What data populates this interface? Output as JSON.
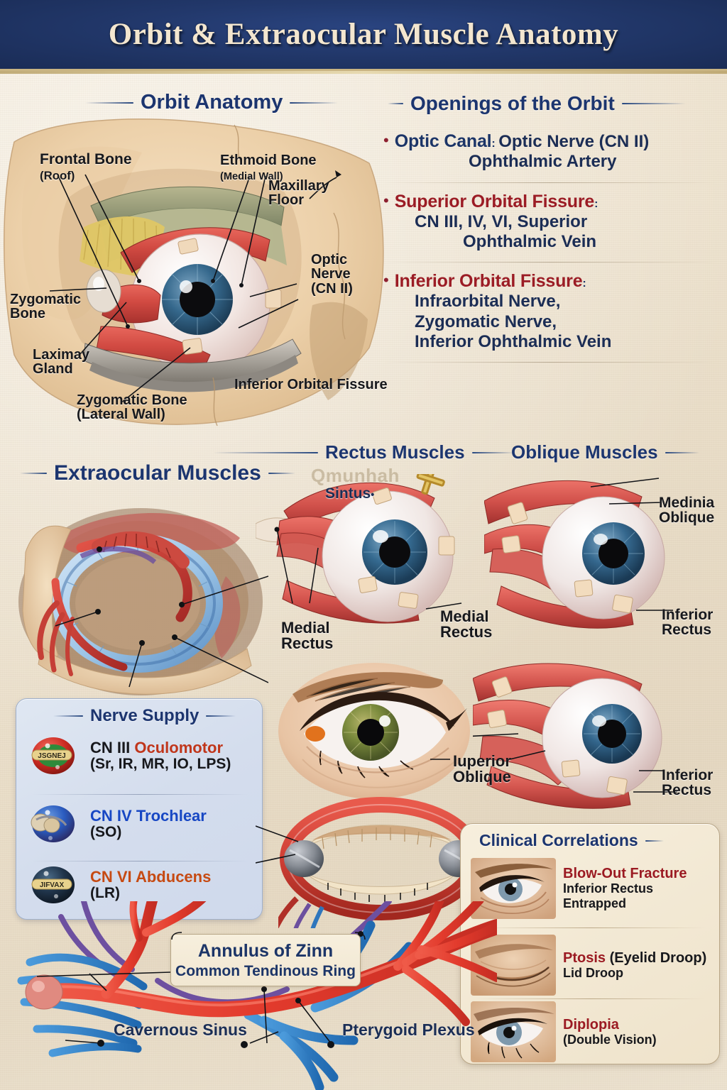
{
  "header": {
    "title": "Orbit & Extraocular Muscle Anatomy"
  },
  "colors": {
    "header_bg": "#22386b",
    "header_text": "#f3e6cf",
    "gold_rule": "#c9b482",
    "paper": "#ece1cd",
    "navy": "#1c3568",
    "red": "#9b1c25",
    "label_black": "#17181c"
  },
  "sections": {
    "orbit_anatomy": {
      "heading": "Orbit Anatomy"
    },
    "openings": {
      "heading": "Openings of the Orbit"
    },
    "extraocular": {
      "heading": "Extraocular Muscles"
    },
    "rectus": {
      "heading": "Rectus Muscles"
    },
    "oblique": {
      "heading": "Oblique Muscles"
    },
    "nerve_supply": {
      "heading": "Nerve Supply"
    },
    "clinical": {
      "heading": "Clinical Correlations"
    }
  },
  "orbit_labels": {
    "frontal_bone": "Frontal Bone",
    "frontal_bone_sub": "(Roof)",
    "ethmoid_bone": "Ethmoid Bone",
    "ethmoid_bone_sub": "(Medial Wall)",
    "maxillary_floor": "Maxillary\nFloor",
    "optic_nerve": "Optic\nNerve\n(CN II)",
    "zygomatic_bone": "Zygomatic\nBone",
    "lacrimal_gland": "Laximay\nGland",
    "zygomatic_lateral": "Zygomatic Bone\n(Lateral Wall)",
    "inferior_orbital_fissure": "Inferior Orbital Fissure"
  },
  "openings_items": [
    {
      "term": "Optic Canal",
      "term_color": "navy",
      "lines": [
        "Optic Nerve (CN II)",
        "Ophthalmic Artery"
      ],
      "indents": [
        0,
        1
      ]
    },
    {
      "term": "Superior Orbital Fissure",
      "term_color": "red",
      "lines": [
        "CN III, IV, VI,  Superior",
        "Ophthalmic Vein"
      ],
      "indents": [
        0,
        2
      ]
    },
    {
      "term": "Inferior Orbital Fissure",
      "term_color": "red",
      "lines": [
        "Infraorbital Nerve,",
        "Zygomatic Nerve,",
        "Inferior Ophthalmic Vein"
      ],
      "indents": [
        0,
        0,
        0
      ]
    }
  ],
  "muscle_labels": {
    "ghost_text": "Qmunhah",
    "sinus": "Sintus",
    "medial_rectus_left": "Medial\nRectus",
    "medial_rectus_right": "Medial\nRectus",
    "medinia_oblique": "Medinia\nOblique",
    "inferior_rectus_top": "Inferior\nRectus",
    "superior_oblique": "Iuperior\nOblique",
    "inferior_rectus_bottom": "Inferior\nRectus"
  },
  "nerve_supply_rows": [
    {
      "cn": "CN III",
      "name": "Oculomotor",
      "name_color": "red",
      "cn_color": "black",
      "muscles": "(Sr, IR, MR, IO, LPS)",
      "badge_color": "#cc2a22",
      "badge_accent": "#2f8a3a",
      "chip_text": "JSGNEJ"
    },
    {
      "cn": "CN IV",
      "name": "Trochlear",
      "name_color": "blue",
      "cn_color": "blue",
      "muscles": "(SO)",
      "badge_color": "#2a5bbf",
      "badge_accent": "#6f7fb5",
      "chip_text": ""
    },
    {
      "cn": "CN VI",
      "name": "Abducens",
      "name_color": "orange",
      "cn_color": "orange",
      "muscles": "(LR)",
      "badge_color": "#20344a",
      "badge_accent": "#3d5770",
      "chip_text": "JIFVAX"
    }
  ],
  "clinical_rows": [
    {
      "title": "Blow-Out Fracture",
      "title_plain": "",
      "sub": "Inferior Rectus Entrapped"
    },
    {
      "title": "Ptosis",
      "title_plain": " (Eyelid Droop)",
      "sub": "Lid Droop"
    },
    {
      "title": "Diplopia",
      "title_plain": "",
      "sub": "(Double Vision)"
    }
  ],
  "annulus": {
    "title": "Annulus of Zinn",
    "subtitle": "Common Tendinous Ring"
  },
  "vessel_labels": {
    "cavernous_sinus": "Cavernous Sinus",
    "pterygoid_plexus": "Pterygoid Plexus"
  }
}
